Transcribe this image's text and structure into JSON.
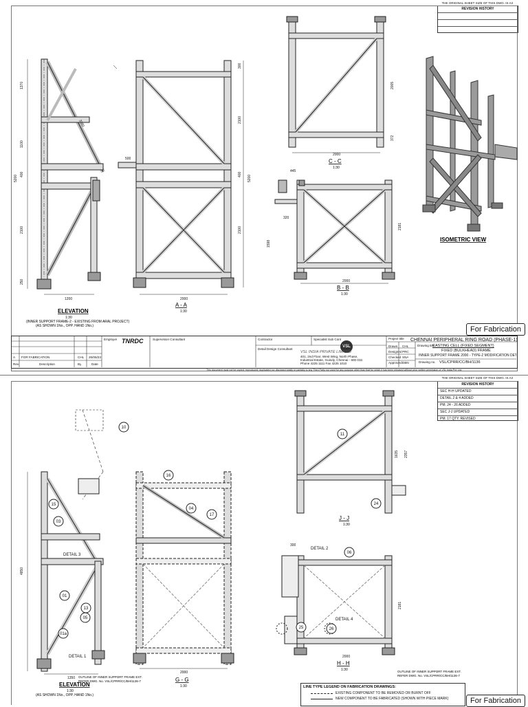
{
  "top_note": "THE ORIGINAL SHEET SIZE OF THIS DWG. IS A3",
  "sheet1": {
    "revision_history": {
      "title": "REVISION HISTORY",
      "rows": [
        "",
        "",
        ""
      ]
    },
    "isometric_label": "ISOMETRIC VIEW",
    "fabrication_badge": "For Fabrication",
    "views": {
      "elevation": {
        "title": "ELEVATION",
        "scale": "1:30",
        "note1": "(INNER SUPPORT FRAME-2 - EXISTING FROM ARAL PROJECT)",
        "note2": "(AS SHOWN 1No., OPP. HAND 1No.)"
      },
      "aa": {
        "title": "A - A",
        "scale": "1:30"
      },
      "bb": {
        "title": "B - B",
        "scale": "1:30"
      },
      "cc": {
        "title": "C - C",
        "scale": "1:30"
      }
    },
    "dims": {
      "elev_h1": "1370",
      "elev_h2": "1100",
      "elev_h3": "400",
      "elev_h4": "2100",
      "elev_h5": "250",
      "elev_total": "5200",
      "elev_w": "1200",
      "elev_diag": "3380",
      "aa_w": "2000",
      "aa_side": "500",
      "aa_h1": "300",
      "aa_h2": "2100",
      "aa_h3": "400",
      "aa_h4": "2100",
      "aa_total": "5200",
      "cc_w": "2000",
      "cc_h": "2005",
      "cc_h2": "372",
      "bb_w": "2000",
      "bb_h": "2181",
      "bb_a": "445",
      "bb_b": "320",
      "bb_c": "1598"
    },
    "title_block": {
      "project_title": "Project title",
      "project": "CHENNAI PERIPHERAL RING ROAD (PHASE-1)",
      "drawing_title_label": "Drawing title",
      "drawing_title1": "CASTING CELL (FIXED SEGMENT)",
      "drawing_title2": "FIXED (BULKHEAD) FRAME",
      "drawing_title3": "INNER SUPPORT FRAME 2000 - TYPE-2 MODIFICATION DETAILS",
      "drawing_no_label": "Drawing no.",
      "drawing_no": "VSL/CPRR/CC/BH/1136",
      "drawn_label": "Drawn",
      "drawn": "CHL",
      "designed_label": "Designed",
      "designed": "PRC",
      "checked_label": "Checked",
      "checked": "SNA",
      "approved_label": "Approved",
      "approved": "DBN",
      "rev": "A",
      "rev_desc": "FOR FABRICATION",
      "rev_by": "CHL",
      "rev_date": "26/05/23",
      "rev_head": "Rev.",
      "desc_head": "Description",
      "by_head": "By",
      "date_head": "Date",
      "employer_label": "Employer",
      "employer": "TNRDC",
      "supervision_label": "Supervision Consultant",
      "contractor_label": "Contractor",
      "specialist_label": "Specialist Sub Contractor",
      "company": "VSL INDIA PRIVATE LIMITED",
      "company_addr1": "401, 2nd Floor, West Wing, North Phase,",
      "company_addr2": "Industrial Estate, Guindy, Chennai - 600 032.",
      "company_addr3": "Phone 4225 1111 Fax 4225 1010",
      "detail_consultant_label": "Detail Design Consultant",
      "footer_note": "This document must not be copied, reproduced, duplicated nor disclosed totally or partially to any Third Party nor used for any purpose other than that for which it has been released without prior written permission of VSL India Pvt. Ltd."
    }
  },
  "sheet2": {
    "revision_history": {
      "title": "REVISION HISTORY",
      "rows": [
        "SEC H-H UPDATED",
        "DETAIL 2 & 4 ADDED",
        "PM. 24 - 26 ADDED",
        "SEC J-J UPDATED",
        "PM. 17 QTY. REVISED"
      ]
    },
    "views": {
      "elevation": {
        "title": "ELEVATION",
        "scale": "1:30",
        "note": "(AS SHOWN 1No., OPP. HAND 1No.)"
      },
      "gg": {
        "title": "G - G",
        "scale": "1:30"
      },
      "hh": {
        "title": "H - H",
        "scale": "1:30"
      },
      "jj": {
        "title": "J - J",
        "scale": "1:30"
      }
    },
    "outline_note1": "OUTLINE OF INNER SUPPORT FRAME EXT.",
    "outline_note2": "REFER DWG. No. VSL/CPRR/CC/BH/1136-7",
    "legend": {
      "title": "LINE TYPE LEGEND ON FABRICATION DRAWINGS:",
      "line1": "EXISTING COMPONENT TO BE REMOVED OR BURNT OFF",
      "line2": "NEW COMPONENT TO BE FABRICATED (SHOWN WITH PIECE MARK)"
    },
    "fabrication_badge": "For Fabrication",
    "details": {
      "d1": "DETAIL 1",
      "d2": "DETAIL 2",
      "d3": "DETAIL 3",
      "d4": "DETAIL 4"
    },
    "marks": [
      "10",
      "15",
      "03",
      "01",
      "13",
      "05",
      "01a",
      "16",
      "04",
      "17",
      "11",
      "06",
      "24",
      "25",
      "26"
    ],
    "dims": {
      "elev_w": "1350",
      "gg_w": "2000",
      "hh_w": "2000",
      "elev_total": "4850",
      "jj_h": "1635",
      "jj_h2": "2357",
      "hh_h": "2181",
      "hh_top": "300"
    }
  }
}
